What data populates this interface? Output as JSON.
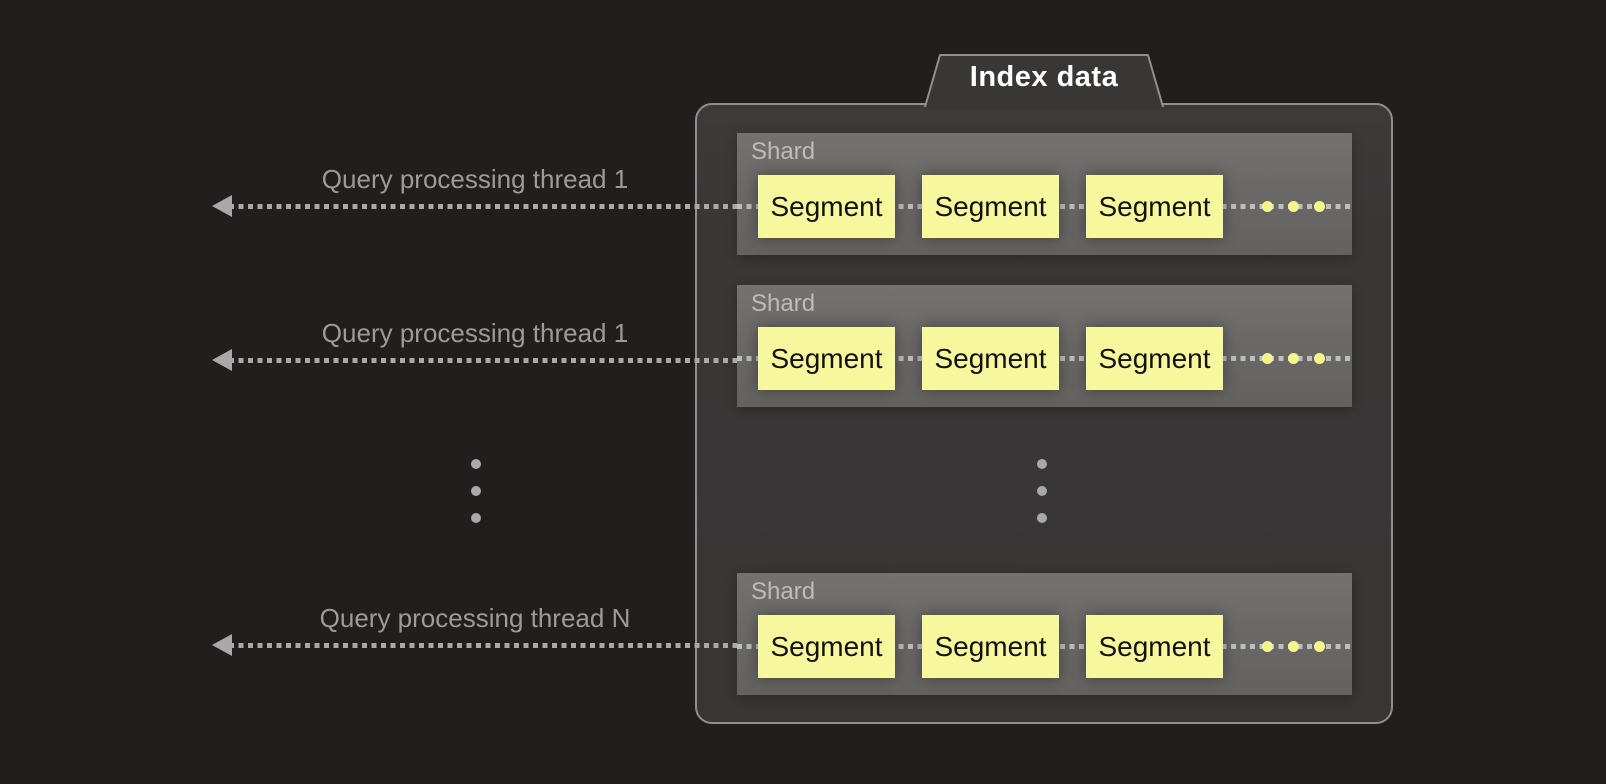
{
  "diagram": {
    "title": "Index data",
    "threads": [
      {
        "label": "Query processing thread 1"
      },
      {
        "label": "Query processing thread 1"
      },
      {
        "label": "Query processing thread N"
      }
    ],
    "shards": [
      {
        "label": "Shard",
        "segments": [
          "Segment",
          "Segment",
          "Segment"
        ],
        "trailing_dot_count": 3
      },
      {
        "label": "Shard",
        "segments": [
          "Segment",
          "Segment",
          "Segment"
        ],
        "trailing_dot_count": 3
      },
      {
        "label": "Shard",
        "segments": [
          "Segment",
          "Segment",
          "Segment"
        ],
        "trailing_dot_count": 3
      }
    ],
    "vertical_ellipsis_dot_count": 3,
    "colors": {
      "background": "#211e1d",
      "container_fill": "#393736",
      "container_border": "#8f8f8f",
      "shard_fill": "#6b6a68",
      "segment_fill": "#f7f89e",
      "segment_text": "#121212",
      "ellipsis_yellow": "#f4f68d",
      "arrow_gray": "#a9a9a9",
      "thread_label_gray": "#9c9b9a",
      "shard_label_gray": "#bdbcbb",
      "title_color": "#ffffff"
    }
  }
}
